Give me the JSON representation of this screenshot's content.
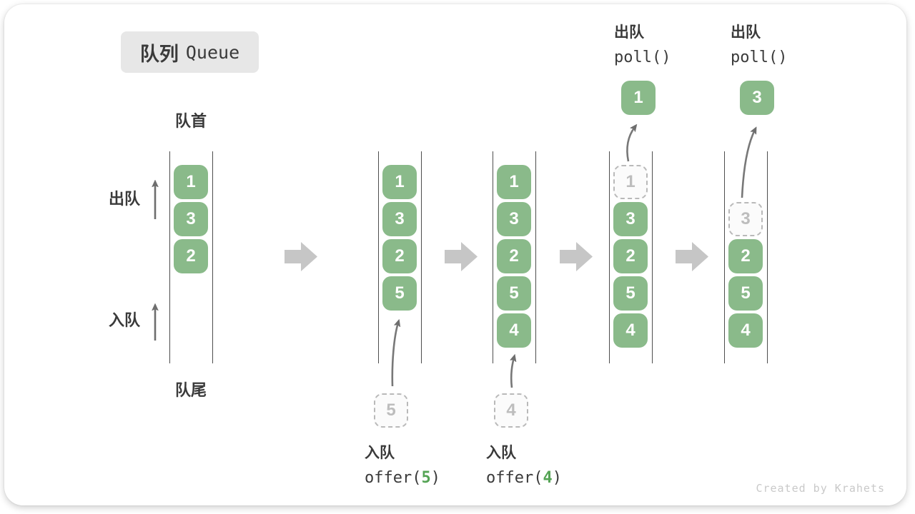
{
  "title": {
    "zh": "队列",
    "en": "Queue"
  },
  "side_labels": {
    "front": "队首",
    "rear": "队尾",
    "dequeue": "出队",
    "enqueue": "入队"
  },
  "queues": [
    {
      "cells": [
        {
          "v": "1",
          "style": "solid"
        },
        {
          "v": "3",
          "style": "solid"
        },
        {
          "v": "2",
          "style": "solid"
        }
      ]
    },
    {
      "cells": [
        {
          "v": "1",
          "style": "solid"
        },
        {
          "v": "3",
          "style": "solid"
        },
        {
          "v": "2",
          "style": "solid"
        },
        {
          "v": "5",
          "style": "solid"
        }
      ],
      "incoming": "5"
    },
    {
      "cells": [
        {
          "v": "1",
          "style": "solid"
        },
        {
          "v": "3",
          "style": "solid"
        },
        {
          "v": "2",
          "style": "solid"
        },
        {
          "v": "5",
          "style": "solid"
        },
        {
          "v": "4",
          "style": "solid"
        }
      ],
      "incoming": "4"
    },
    {
      "cells": [
        {
          "v": "1",
          "style": "ghost"
        },
        {
          "v": "3",
          "style": "solid"
        },
        {
          "v": "2",
          "style": "solid"
        },
        {
          "v": "5",
          "style": "solid"
        },
        {
          "v": "4",
          "style": "solid"
        }
      ],
      "outgoing": "1"
    },
    {
      "cells": [
        {
          "v": "3",
          "style": "ghost"
        },
        {
          "v": "2",
          "style": "solid"
        },
        {
          "v": "5",
          "style": "solid"
        },
        {
          "v": "4",
          "style": "solid"
        }
      ],
      "outgoing": "3"
    }
  ],
  "enqueue_ops": [
    {
      "label": "入队",
      "fn": "offer(",
      "arg": "5",
      "close": ")"
    },
    {
      "label": "入队",
      "fn": "offer(",
      "arg": "4",
      "close": ")"
    }
  ],
  "dequeue_ops": [
    {
      "label": "出队",
      "code": "poll()"
    },
    {
      "label": "出队",
      "code": "poll()"
    }
  ],
  "watermark": "Created by Krahets",
  "colors": {
    "box_green": "#8aba8a",
    "accent_green": "#55a455",
    "ghost_border": "#b9b9b9",
    "block_arrow": "#c6c6c6",
    "thin_arrow": "#6e6e6e",
    "badge_bg": "#e7e7e7"
  }
}
